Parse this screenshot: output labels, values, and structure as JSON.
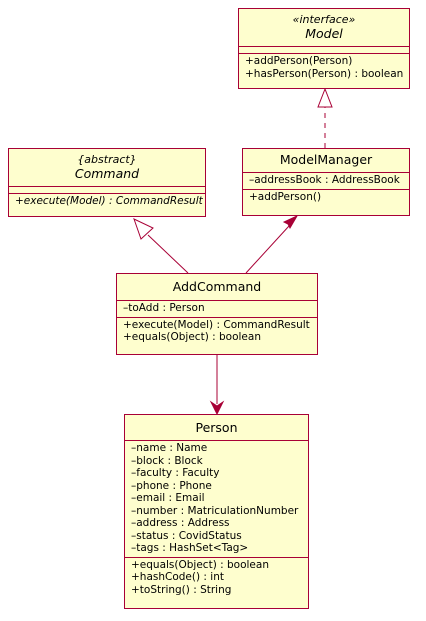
{
  "diagram": {
    "classes": {
      "model": {
        "stereotype": "«interface»",
        "name": "Model",
        "attributes": [],
        "methods": [
          "+addPerson(Person)",
          "+hasPerson(Person) : boolean"
        ]
      },
      "command": {
        "stereotype": "{abstract}",
        "name": "Command",
        "attributes": [],
        "methods": [
          "+execute(Model) : CommandResult"
        ]
      },
      "model_manager": {
        "name": "ModelManager",
        "attributes": [
          "–addressBook : AddressBook"
        ],
        "methods": [
          "+addPerson()"
        ]
      },
      "add_command": {
        "name": "AddCommand",
        "attributes": [
          "–toAdd : Person"
        ],
        "methods": [
          "+execute(Model) : CommandResult",
          "+equals(Object) : boolean"
        ]
      },
      "person": {
        "name": "Person",
        "attributes": [
          "–name : Name",
          "–block : Block",
          "–faculty : Faculty",
          "–phone : Phone",
          "–email : Email",
          "–number : MatriculationNumber",
          "–address : Address",
          "–status : CovidStatus",
          "–tags : HashSet<Tag>"
        ],
        "methods": [
          "+equals(Object) : boolean",
          "+hashCode() : int",
          "+toString() : String"
        ]
      }
    },
    "relations": [
      {
        "from": "model_manager",
        "to": "model",
        "kind": "realization"
      },
      {
        "from": "add_command",
        "to": "command",
        "kind": "generalization"
      },
      {
        "from": "add_command",
        "to": "model_manager",
        "kind": "association"
      },
      {
        "from": "add_command",
        "to": "person",
        "kind": "association"
      }
    ],
    "colors": {
      "fill": "#fefece",
      "border": "#a80036",
      "text": "#000000"
    }
  }
}
